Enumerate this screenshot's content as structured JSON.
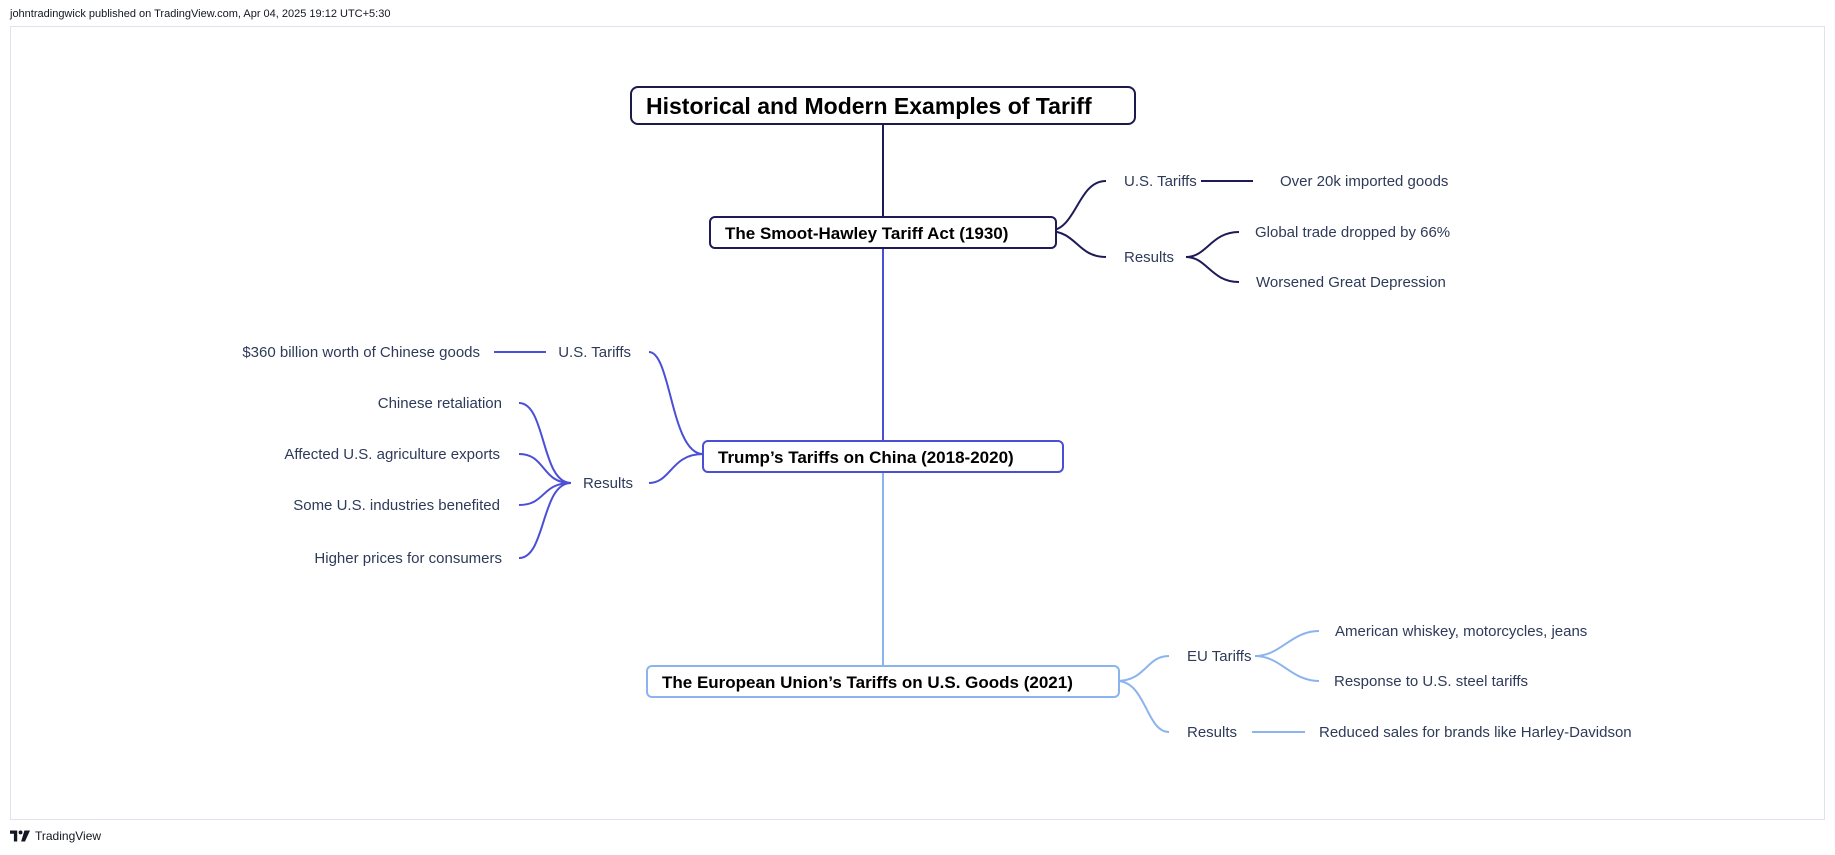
{
  "header": {
    "publish_text": "johntradingwick published on TradingView.com, Apr 04, 2025 19:12 UTC+5:30"
  },
  "footer": {
    "brand": "TradingView"
  },
  "colors": {
    "root": "#1b1a4b",
    "branch1": "#1f1b58",
    "branch2": "#4b4fd6",
    "branch3": "#8bb4ee",
    "leaf_text": "#2e3a59"
  },
  "mindmap": {
    "root": "Historical and Modern Examples of Tariff",
    "branches": [
      {
        "title": "The Smoot-Hawley Tariff Act (1930)",
        "children": [
          {
            "label": "U.S. Tariffs",
            "items": [
              "Over 20k imported goods"
            ]
          },
          {
            "label": "Results",
            "items": [
              "Global trade dropped by 66%",
              "Worsened Great Depression"
            ]
          }
        ]
      },
      {
        "title": "Trump’s Tariffs on China (2018-2020)",
        "children": [
          {
            "label": "U.S. Tariffs",
            "items": [
              "$360 billion worth of Chinese goods"
            ]
          },
          {
            "label": "Results",
            "items": [
              "Chinese retaliation",
              "Affected U.S. agriculture exports",
              "Some U.S. industries benefited",
              "Higher prices for consumers"
            ]
          }
        ]
      },
      {
        "title": "The European Union’s Tariffs on U.S. Goods (2021)",
        "children": [
          {
            "label": "EU Tariffs",
            "items": [
              "American whiskey, motorcycles, jeans",
              "Response to U.S. steel tariffs"
            ]
          },
          {
            "label": "Results",
            "items": [
              "Reduced sales for brands like Harley-Davidson"
            ]
          }
        ]
      }
    ]
  }
}
